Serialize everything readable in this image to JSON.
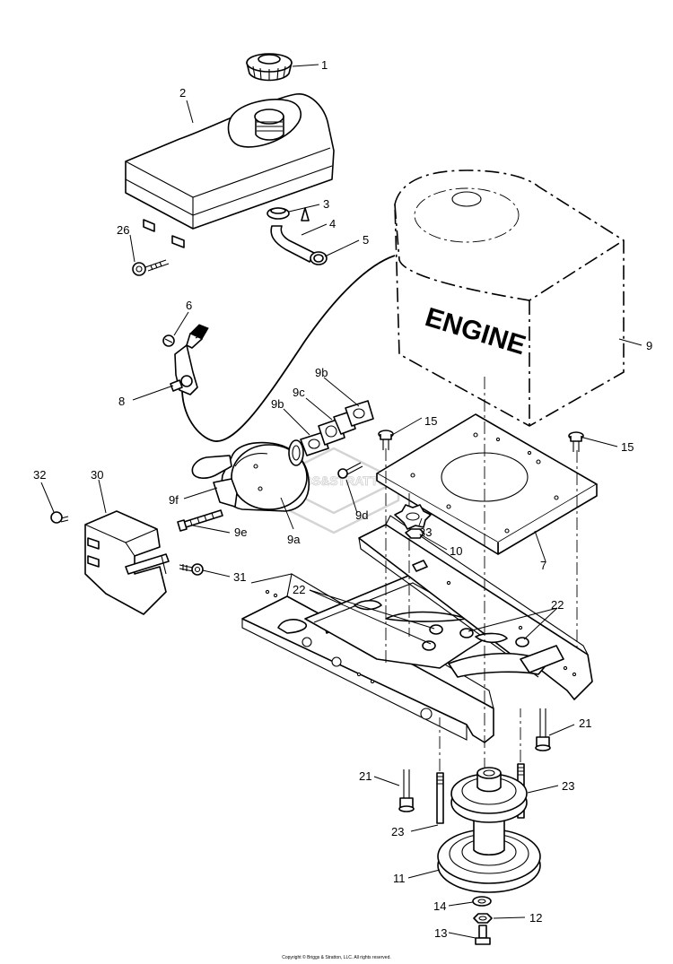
{
  "diagram": {
    "engine_label": "ENGINE",
    "watermark_text": "BRIGGS&STRATTON",
    "copyright": "Copyright © Briggs & Stratton, LLC. All rights reserved.",
    "callouts": [
      "1",
      "2",
      "3",
      "4",
      "5",
      "26",
      "6",
      "8",
      "9",
      "9b",
      "9c",
      "9b",
      "15",
      "15",
      "9f",
      "9a",
      "9d",
      "9e",
      "32",
      "30",
      "33",
      "10",
      "7",
      "31",
      "22",
      "22",
      "21",
      "21",
      "23",
      "23",
      "11",
      "14",
      "12",
      "13"
    ],
    "colors": {
      "line": "#000000",
      "background": "#ffffff",
      "watermark": "#d4d4d4"
    }
  }
}
